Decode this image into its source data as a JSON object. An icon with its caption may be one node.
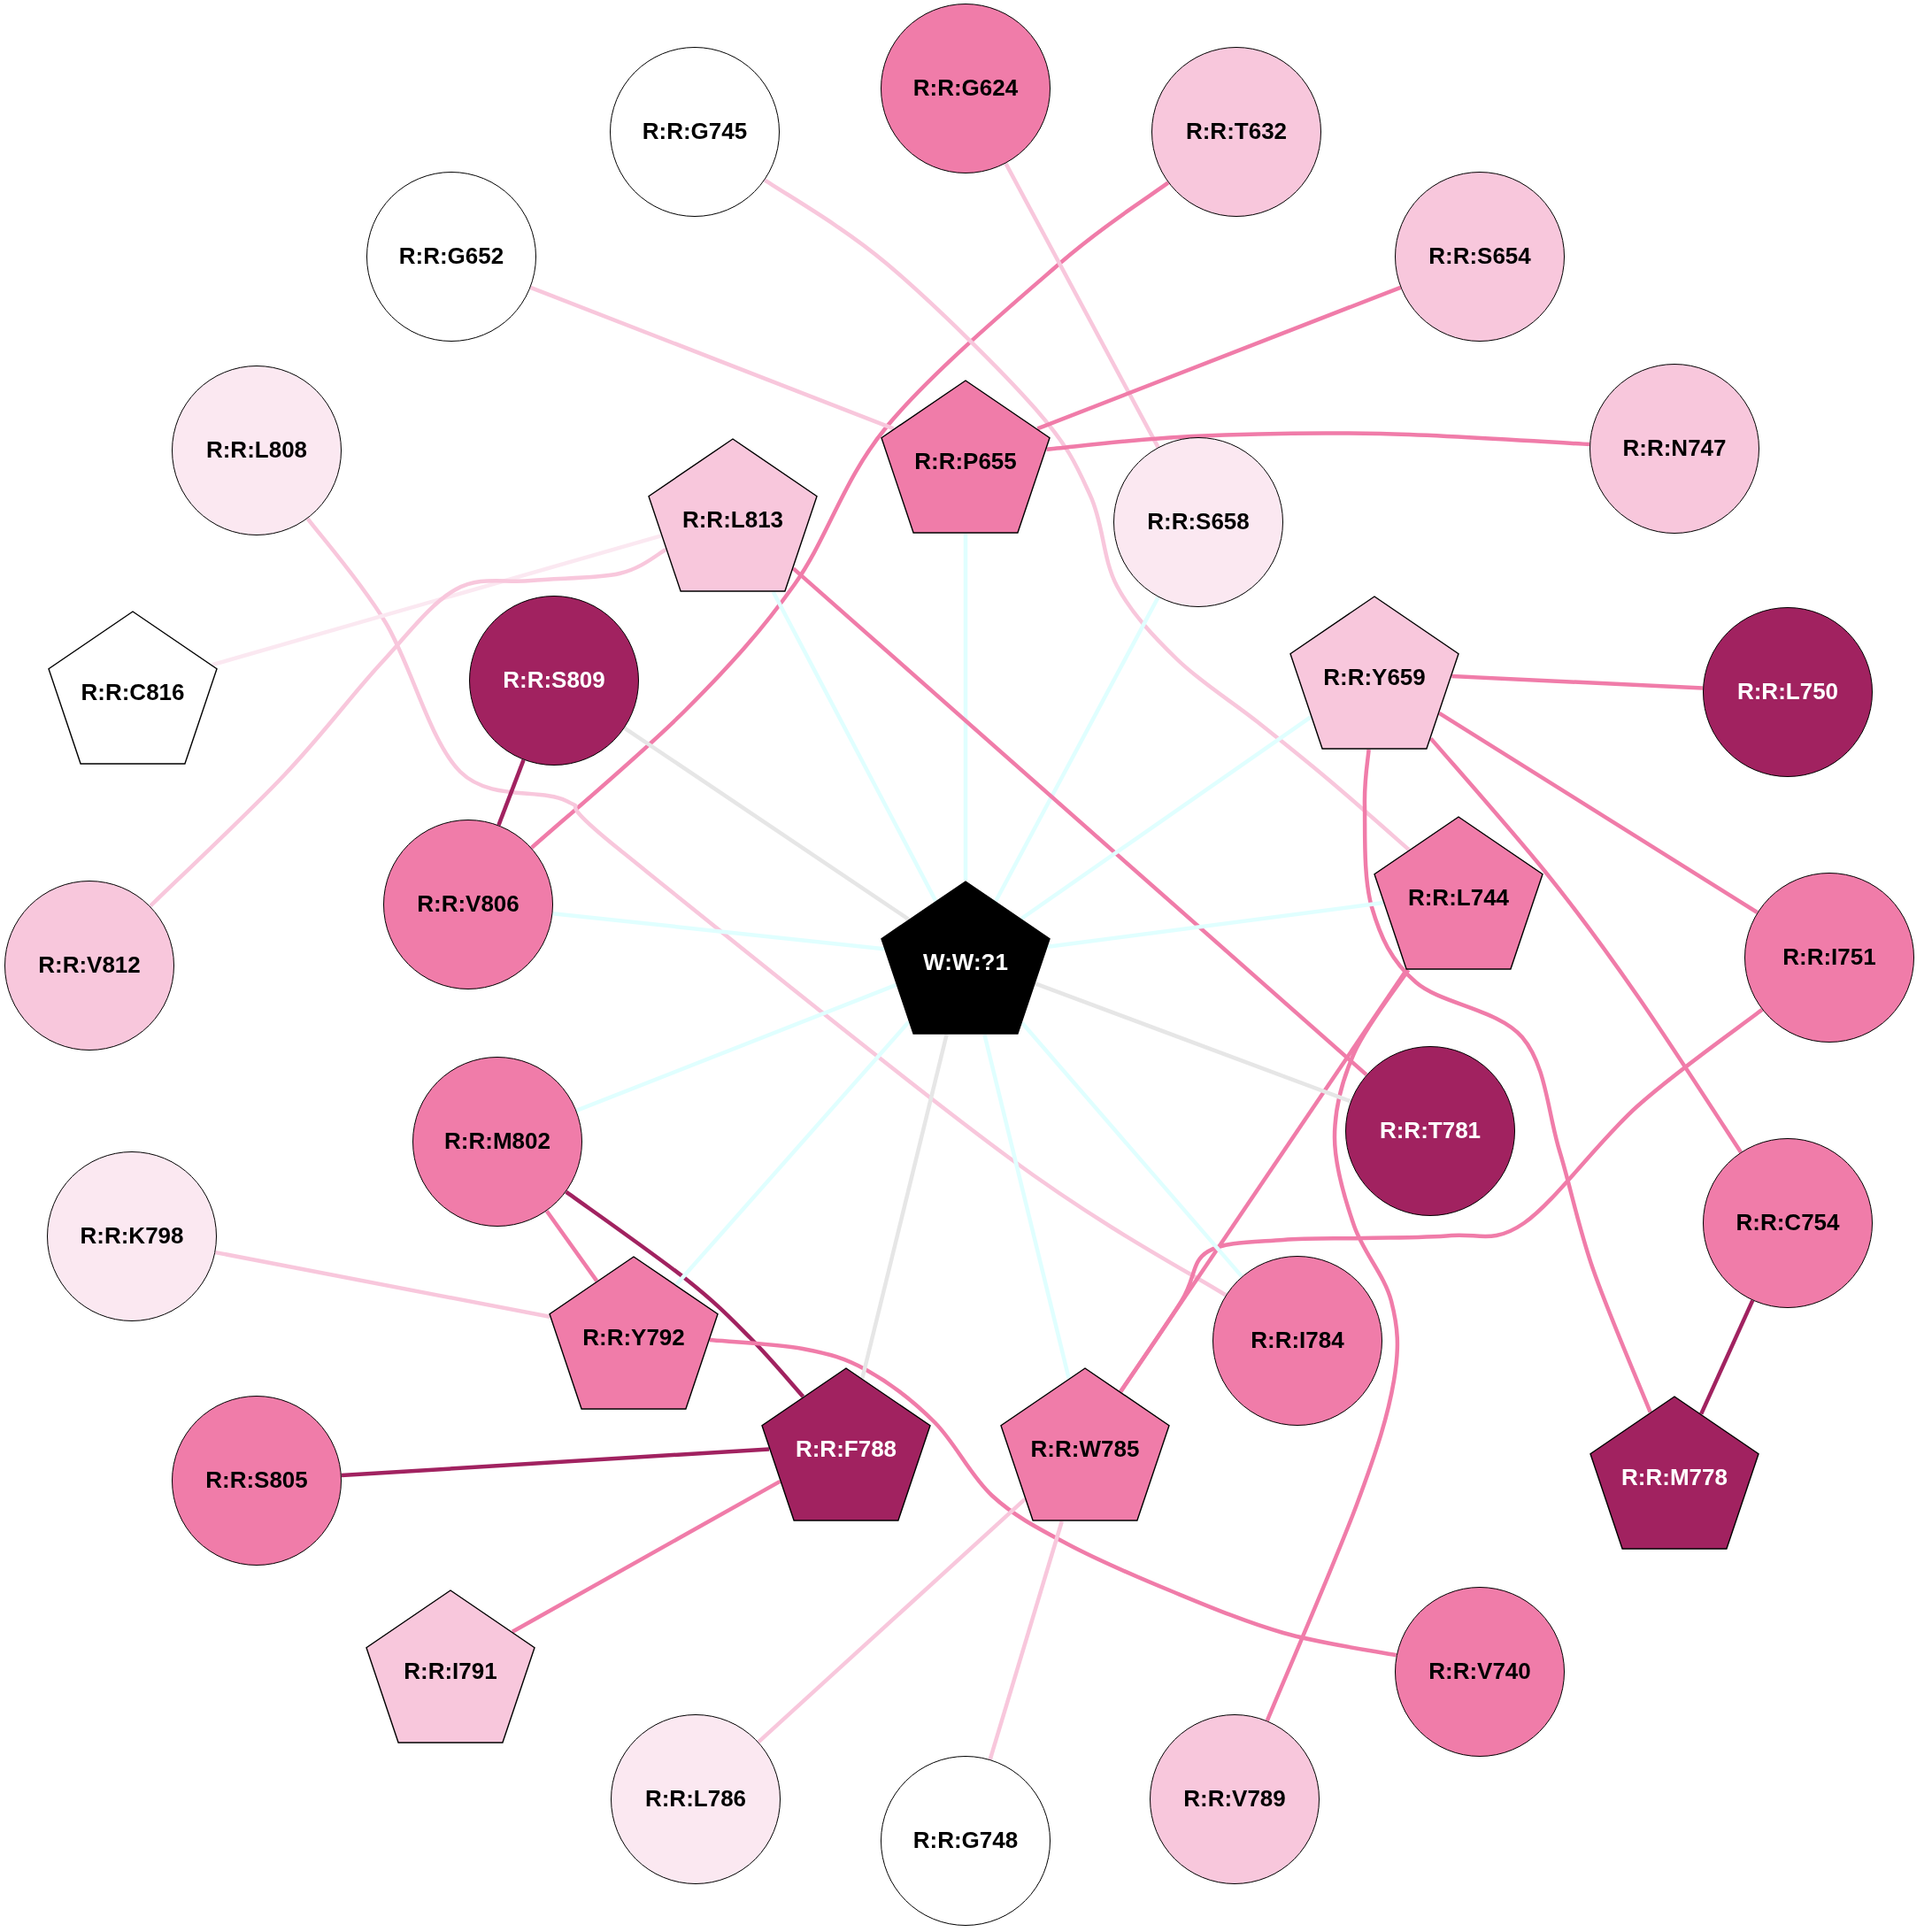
{
  "diagram": {
    "nodes": [
      {
        "text": [
          "R:R:G624"
        ]
      },
      {
        "text": [
          "R:R:G745"
        ]
      },
      {
        "text": [
          "R:R:T632"
        ]
      },
      {
        "text": [
          "R:R:G652"
        ]
      },
      {
        "text": [
          "R:R:S654"
        ]
      },
      {
        "text": [
          "R:R:L808"
        ]
      },
      {
        "text": [
          "R:R:N747"
        ]
      },
      {
        "text": [
          "R:R:P655"
        ]
      },
      {
        "text": [
          "R:R:L813"
        ]
      },
      {
        "text": [
          "R:R:S658"
        ]
      },
      {
        "text": [
          "R:R:C816"
        ]
      },
      {
        "text": [
          "R:R:S809"
        ]
      },
      {
        "text": [
          "R:R:Y659"
        ]
      },
      {
        "text": [
          "R:R:L750"
        ]
      },
      {
        "text": [
          "R:R:V806"
        ]
      },
      {
        "text": [
          "R:R:L744"
        ]
      },
      {
        "text": [
          "W:W:?1"
        ]
      },
      {
        "text": [
          "R:R:V812"
        ]
      },
      {
        "text": [
          "R:R:I751"
        ]
      },
      {
        "text": [
          "R:R:M802"
        ]
      },
      {
        "text": [
          "R:R:T781"
        ]
      },
      {
        "text": [
          "R:R:K798"
        ]
      },
      {
        "text": [
          "R:R:C754"
        ]
      },
      {
        "text": [
          "R:R:Y792"
        ]
      },
      {
        "text": [
          "R:R:I784"
        ]
      },
      {
        "text": [
          "R:R:F788"
        ]
      },
      {
        "text": [
          "R:R:W785"
        ]
      },
      {
        "text": [
          "R:R:S805"
        ]
      },
      {
        "text": [
          "R:R:M778"
        ]
      },
      {
        "text": [
          "R:R:I791"
        ]
      },
      {
        "text": [
          "R:R:V740"
        ]
      },
      {
        "text": [
          "R:R:L786"
        ]
      },
      {
        "text": [
          "R:R:V789"
        ]
      },
      {
        "text": [
          "R:R:G748"
        ]
      }
    ],
    "edges": [
      {
        "from": 2,
        "to": 14,
        "arrow": "none"
      },
      {
        "from": 1,
        "to": 15,
        "arrow": "none",
        "color": "#f8c7dc"
      },
      {
        "from": 0,
        "to": 9,
        "arrow": "none",
        "color": "#f8c7dc"
      },
      {
        "from": 3,
        "to": 7,
        "arrow": "none",
        "color": "#f8c7dc"
      },
      {
        "from": 4,
        "to": 7,
        "arrow": "none"
      },
      {
        "from": 7,
        "to": 6,
        "arrow": "none"
      },
      {
        "from": 7,
        "to": 16,
        "arrow": "none",
        "color": "#e0ffff"
      },
      {
        "from": 9,
        "to": 16,
        "arrow": "none",
        "color": "#e0ffff"
      },
      {
        "from": 5,
        "to": 24,
        "arrow": "none",
        "color": "#f8c7dc"
      },
      {
        "from": 8,
        "to": 10,
        "arrow": "none",
        "color": "#fbe8f1"
      },
      {
        "from": 8,
        "to": 17,
        "arrow": "none",
        "color": "#f8c7dc"
      },
      {
        "from": 8,
        "to": 16,
        "arrow": "none",
        "color": "#e0ffff"
      },
      {
        "from": 8,
        "to": 20,
        "arrow": "none"
      },
      {
        "from": 11,
        "to": 14,
        "arrow": "none",
        "color": "#a12260"
      },
      {
        "from": 11,
        "to": 16,
        "arrow": "none",
        "color": "#e6e6e6"
      },
      {
        "from": 12,
        "to": 13,
        "arrow": "none"
      },
      {
        "from": 12,
        "to": 18,
        "arrow": "none"
      },
      {
        "from": 12,
        "to": 22,
        "arrow": "none"
      },
      {
        "from": 12,
        "to": 28,
        "arrow": "none"
      },
      {
        "from": 12,
        "to": 16,
        "arrow": "none",
        "color": "#e0ffff"
      },
      {
        "from": 14,
        "to": 16,
        "arrow": "none",
        "color": "#e0ffff"
      },
      {
        "from": 15,
        "to": 16,
        "arrow": "none",
        "color": "#e0ffff"
      },
      {
        "from": 15,
        "to": 26,
        "arrow": "none"
      },
      {
        "from": 15,
        "to": 32,
        "arrow": "none"
      },
      {
        "from": 18,
        "to": 26,
        "arrow": "none"
      },
      {
        "from": 19,
        "to": 16,
        "arrow": "none",
        "color": "#e0ffff"
      },
      {
        "from": 19,
        "to": 23,
        "arrow": "none"
      },
      {
        "from": 19,
        "to": 25,
        "arrow": "none",
        "color": "#a12260"
      },
      {
        "from": 20,
        "to": 16,
        "arrow": "none",
        "color": "#e6e6e6"
      },
      {
        "from": 22,
        "to": 28,
        "arrow": "none",
        "color": "#a12260"
      },
      {
        "from": 21,
        "to": 23,
        "arrow": "none",
        "color": "#f8c7dc"
      },
      {
        "from": 23,
        "to": 30,
        "arrow": "none"
      },
      {
        "from": 23,
        "to": 16,
        "arrow": "none",
        "color": "#e0ffff"
      },
      {
        "from": 24,
        "to": 16,
        "arrow": "none",
        "color": "#e0ffff"
      },
      {
        "from": 25,
        "to": 16,
        "arrow": "none",
        "color": "#e6e6e6"
      },
      {
        "from": 25,
        "to": 27,
        "arrow": "none",
        "color": "#a12260"
      },
      {
        "from": 25,
        "to": 29,
        "arrow": "none"
      },
      {
        "from": 26,
        "to": 16,
        "arrow": "none",
        "color": "#e0ffff"
      },
      {
        "from": 26,
        "to": 31,
        "arrow": "none",
        "color": "#f8c7dc"
      },
      {
        "from": 26,
        "to": 33,
        "arrow": "none",
        "color": "#f8c7dc"
      }
    ]
  }
}
